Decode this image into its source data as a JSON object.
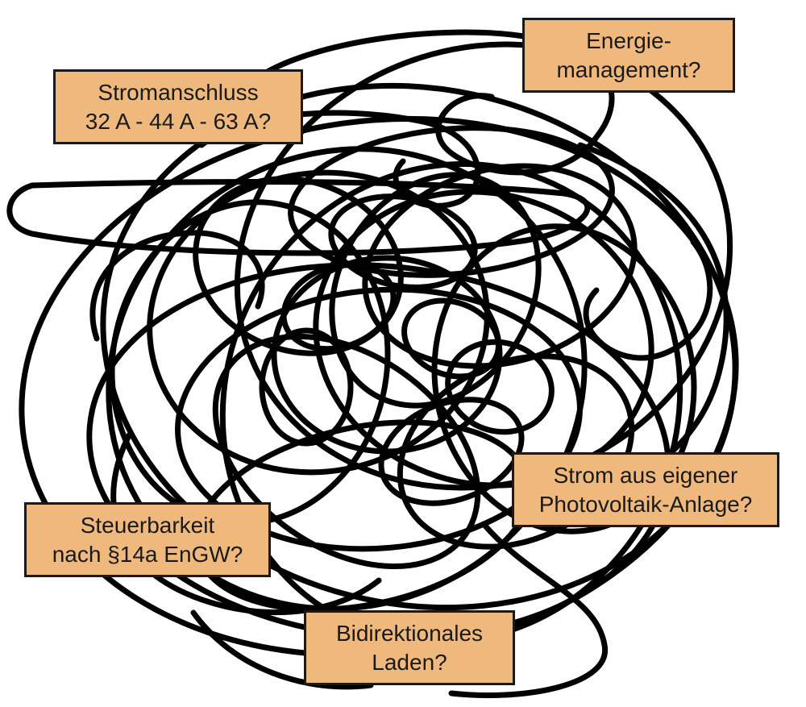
{
  "colors": {
    "box_fill": "#efb97e",
    "box_border": "#1a1a1a",
    "scribble": "#000000",
    "background": "#ffffff"
  },
  "labels": {
    "stromanschluss": {
      "line1": "Stromanschluss",
      "line2": "32 A - 44 A - 63 A?"
    },
    "energiemanagement": {
      "line1": "Energie-",
      "line2": "management?"
    },
    "photovoltaik": {
      "line1": "Strom aus eigener",
      "line2": "Photovoltaik-Anlage?"
    },
    "steuerbarkeit": {
      "line1": "Steuerbarkeit",
      "line2": "nach §14a EnGW?"
    },
    "bidirektional": {
      "line1": "Bidirektionales",
      "line2": "Laden?"
    }
  }
}
